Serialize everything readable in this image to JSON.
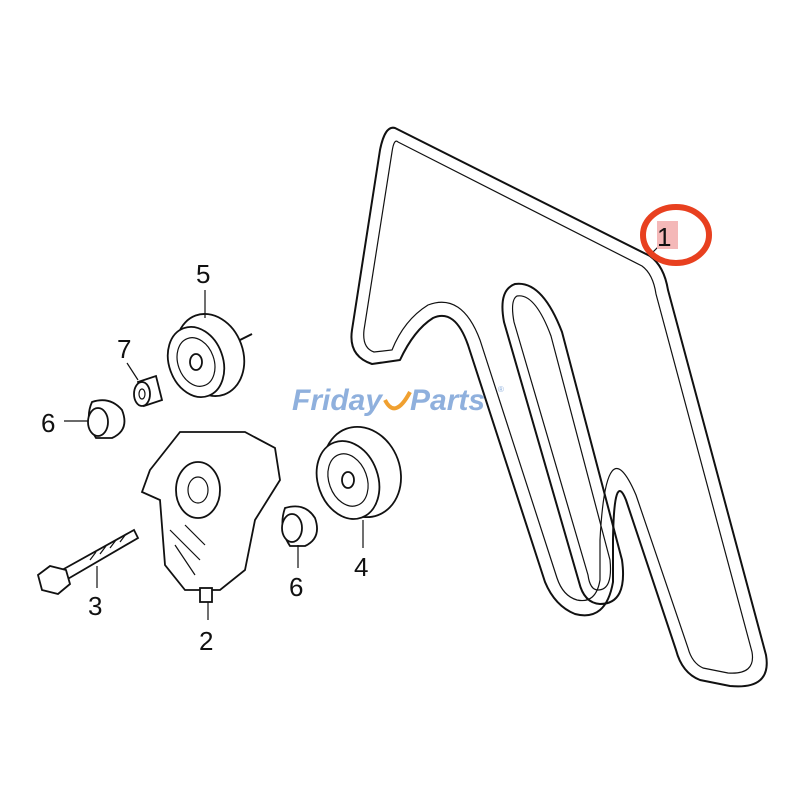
{
  "diagram": {
    "callouts": [
      {
        "id": "1",
        "label": "1",
        "highlighted": true
      },
      {
        "id": "5",
        "label": "5"
      },
      {
        "id": "7",
        "label": "7"
      },
      {
        "id": "6a",
        "label": "6"
      },
      {
        "id": "6b",
        "label": "6"
      },
      {
        "id": "4",
        "label": "4"
      },
      {
        "id": "3",
        "label": "3"
      },
      {
        "id": "2",
        "label": "2"
      }
    ],
    "highlight_color": "#e8401f",
    "watermark": {
      "text_left": "Friday",
      "text_right": "Parts",
      "mark": "®",
      "color": "#8fb0dd",
      "accent": "#f0a030"
    }
  }
}
